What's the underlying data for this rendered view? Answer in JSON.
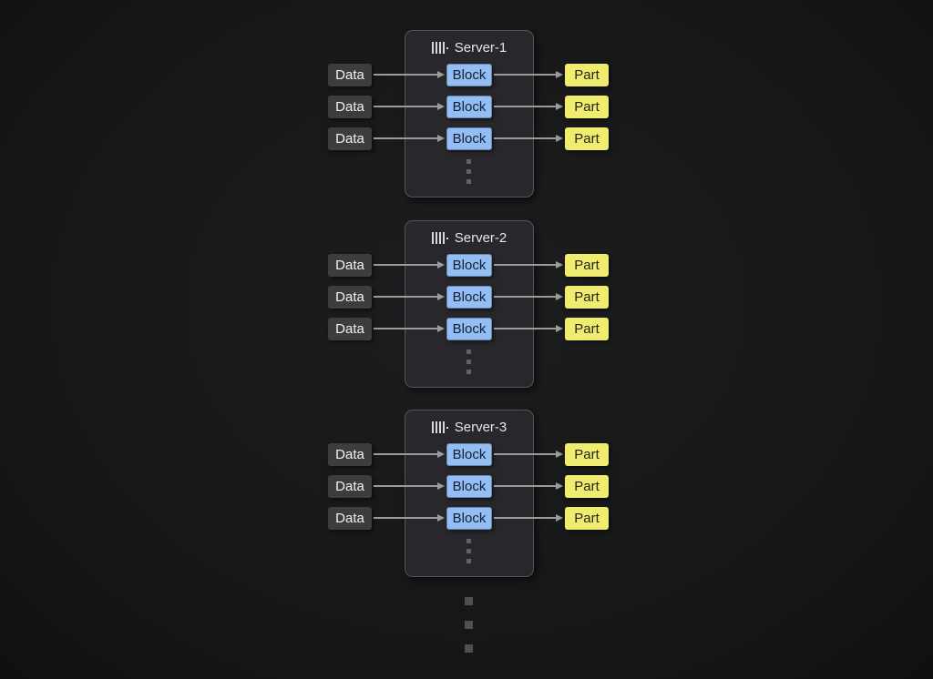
{
  "diagram": {
    "servers": [
      {
        "title": "Server-1",
        "rows": [
          {
            "data": "Data",
            "block": "Block",
            "part": "Part"
          },
          {
            "data": "Data",
            "block": "Block",
            "part": "Part"
          },
          {
            "data": "Data",
            "block": "Block",
            "part": "Part"
          }
        ]
      },
      {
        "title": "Server-2",
        "rows": [
          {
            "data": "Data",
            "block": "Block",
            "part": "Part"
          },
          {
            "data": "Data",
            "block": "Block",
            "part": "Part"
          },
          {
            "data": "Data",
            "block": "Block",
            "part": "Part"
          }
        ]
      },
      {
        "title": "Server-3",
        "rows": [
          {
            "data": "Data",
            "block": "Block",
            "part": "Part"
          },
          {
            "data": "Data",
            "block": "Block",
            "part": "Part"
          },
          {
            "data": "Data",
            "block": "Block",
            "part": "Part"
          }
        ]
      }
    ],
    "colors": {
      "background": "#171717",
      "server_bg": "#28282c",
      "server_border": "#55555a",
      "data_node_bg": "#3d3d3d",
      "data_node_text": "#f2f2f2",
      "block_node_bg": "#94bdf2",
      "block_node_text": "#0f1f33",
      "part_node_bg": "#efec6f",
      "part_node_text": "#26260f",
      "arrow": "#9b9b9b"
    }
  }
}
